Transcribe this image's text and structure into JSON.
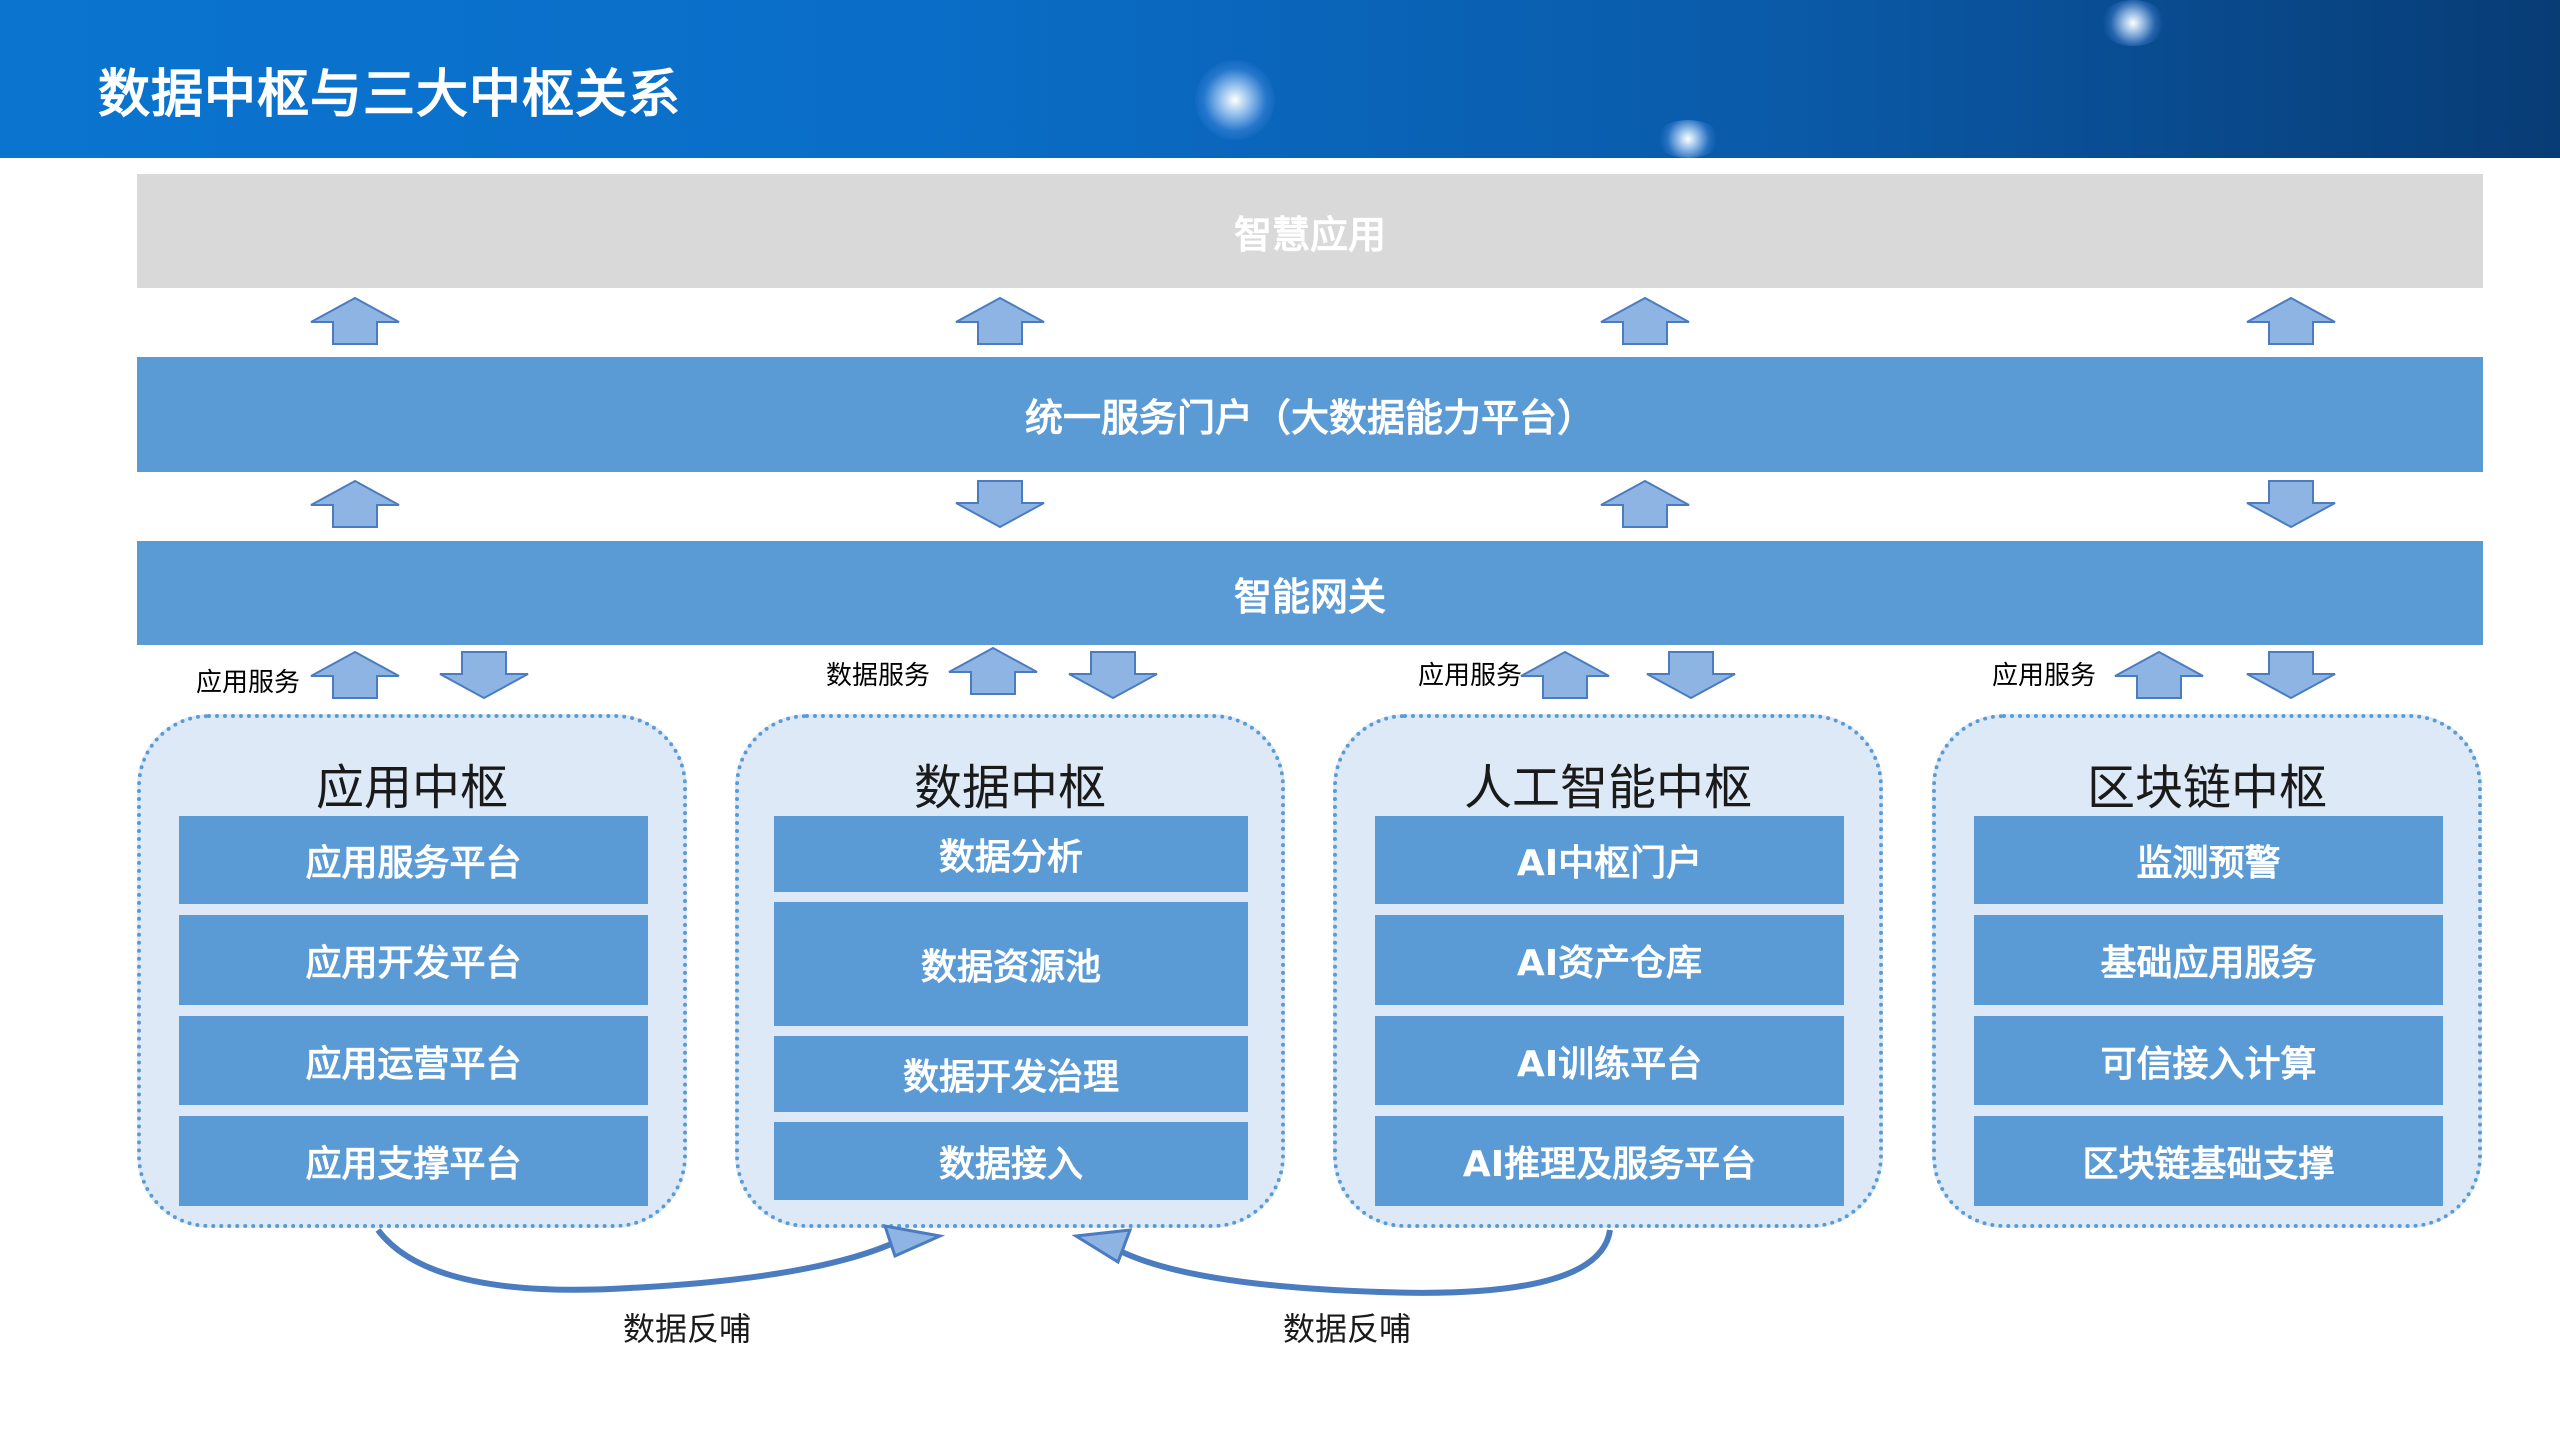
{
  "header": {
    "title": "数据中枢与三大中枢关系"
  },
  "layers": {
    "app": "智慧应用",
    "portal": "统一服务门户（大数据能力平台）",
    "gateway": "智能网关"
  },
  "service_labels": [
    "应用服务",
    "数据服务",
    "应用服务",
    "应用服务"
  ],
  "hubs": [
    {
      "title": "应用中枢",
      "modules": [
        "应用服务平台",
        "应用开发平台",
        "应用运营平台",
        "应用支撑平台"
      ]
    },
    {
      "title": "数据中枢",
      "modules": [
        "数据分析",
        "数据资源池",
        "数据开发治理",
        "数据接入"
      ]
    },
    {
      "title": "人工智能中枢",
      "modules": [
        "AI中枢门户",
        "AI资产仓库",
        "AI训练平台",
        "AI推理及服务平台"
      ]
    },
    {
      "title": "区块链中枢",
      "modules": [
        "监测预警",
        "基础应用服务",
        "可信接入计算",
        "区块链基础支撑"
      ]
    }
  ],
  "feedback_labels": [
    "数据反哺",
    "数据反哺"
  ],
  "colors": {
    "band_blue": "#5b9bd5",
    "band_gray": "#d9d9d9",
    "arrow_fill": "#8eb4e3",
    "arrow_stroke": "#4a7cbf",
    "panel_bg": "#dde9f6"
  }
}
